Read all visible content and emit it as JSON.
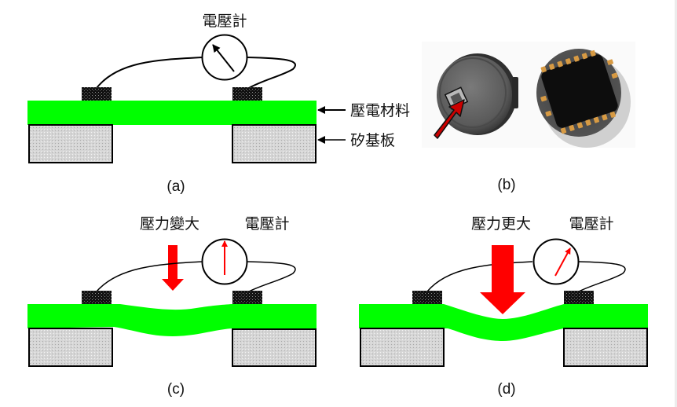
{
  "panels": {
    "a": {
      "caption": "(a)",
      "meter_label": "電壓計",
      "labels": {
        "piezo": "壓電材料",
        "substrate": "矽基板"
      }
    },
    "b": {
      "caption": "(b)",
      "photo_description": "pressure sensor package (top with marked sensing window, bottom with pads)"
    },
    "c": {
      "caption": "(c)",
      "force_label": "壓力變大",
      "meter_label": "電壓計"
    },
    "d": {
      "caption": "(d)",
      "force_label": "壓力更大",
      "meter_label": "電壓計"
    }
  },
  "colors": {
    "piezo": "#00ff00",
    "force_arrow": "#ff0000",
    "substrate": "#d4d4d4",
    "electrode": "#111111"
  }
}
